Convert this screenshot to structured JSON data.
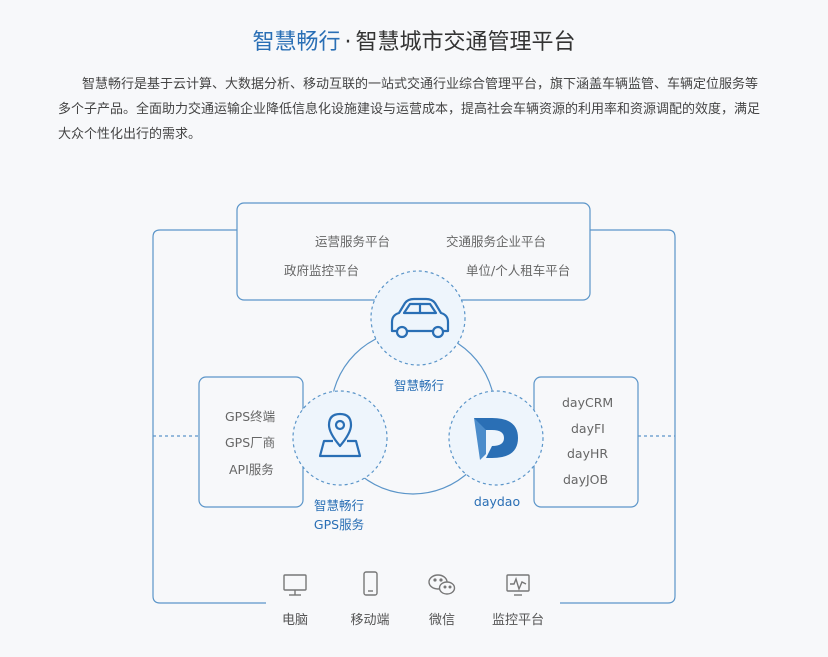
{
  "header": {
    "brand": "智慧畅行",
    "separator": "·",
    "subtitle": "智慧城市交通管理平台"
  },
  "intro": "智慧畅行是基于云计算、大数据分析、移动互联的一站式交通行业综合管理平台，旗下涵盖车辆监管、车辆定位服务等多个子产品。全面助力交通运输企业降低信息化设施建设与运营成本，提高社会车辆资源的利用率和资源调配的效度，满足大众个性化出行的需求。",
  "top_box": {
    "items": [
      "运营服务平台",
      "交通服务企业平台",
      "政府监控平台",
      "单位/个人租车平台"
    ]
  },
  "left_box": {
    "items": [
      "GPS终端",
      "GPS厂商",
      "API服务"
    ]
  },
  "right_box": {
    "items": [
      "dayCRM",
      "dayFI",
      "dayHR",
      "dayJOB"
    ]
  },
  "circles": {
    "car": {
      "label": "智慧畅行",
      "icon": "car-icon"
    },
    "gps": {
      "label_line1": "智慧畅行",
      "label_line2": "GPS服务",
      "icon": "location-pin-icon"
    },
    "daydao": {
      "label": "daydao",
      "icon": "daydao-logo-icon"
    }
  },
  "bottom": {
    "items": [
      {
        "label": "电脑",
        "icon": "monitor-icon"
      },
      {
        "label": "移动端",
        "icon": "mobile-icon"
      },
      {
        "label": "微信",
        "icon": "wechat-icon"
      },
      {
        "label": "监控平台",
        "icon": "monitor-chart-icon"
      }
    ]
  },
  "colors": {
    "accent": "#2a6fb5",
    "line": "#5b95c9",
    "circle_fill": "#eef5fc",
    "text": "#333333",
    "muted": "#666666"
  }
}
